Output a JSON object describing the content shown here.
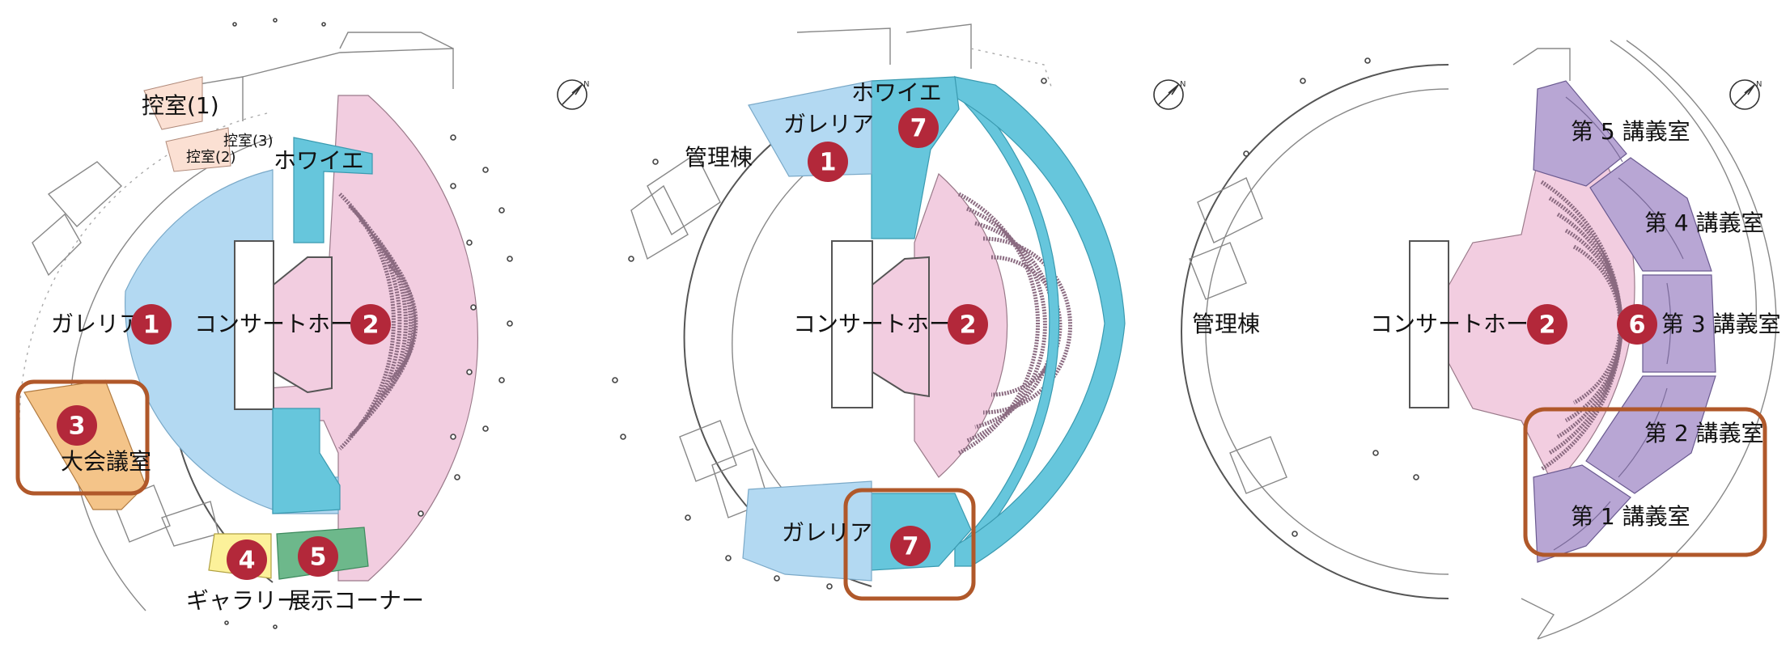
{
  "colors": {
    "galleria": "#b3d9f2",
    "concert_hall": "#f2cde0",
    "foyer": "#66c6dc",
    "green_room": "#fbe0d3",
    "conference": "#f4c489",
    "gallery": "#fcf19a",
    "exhibition": "#6db88b",
    "lecture": "#b8a6d4",
    "marker": "#b3283a",
    "highlight_frame": "#b0582a"
  },
  "markers": [
    "1",
    "2",
    "3",
    "4",
    "5",
    "6",
    "7"
  ],
  "plan1": {
    "labels": {
      "green_room_1": "控室(1)",
      "green_room_2": "控室(2)",
      "green_room_3": "控室(3)",
      "foyer": "ホワイエ",
      "galleria": "ガレリア",
      "concert_hall": "コンサートホール",
      "conference": "大会議室",
      "gallery": "ギャラリー",
      "exhibition": "展示コーナー"
    }
  },
  "plan2": {
    "labels": {
      "galleria_top": "ガレリア",
      "foyer": "ホワイエ",
      "admin": "管理棟",
      "concert_hall": "コンサートホール",
      "galleria_bottom": "ガレリア"
    }
  },
  "plan3": {
    "labels": {
      "lecture_5": "第 5 講義室",
      "lecture_4": "第 4 講義室",
      "lecture_3": "第 3 講義室",
      "lecture_2": "第 2 講義室",
      "lecture_1": "第 1 講義室",
      "admin": "管理棟",
      "concert_hall": "コンサートホール"
    }
  },
  "north_mark": "N"
}
